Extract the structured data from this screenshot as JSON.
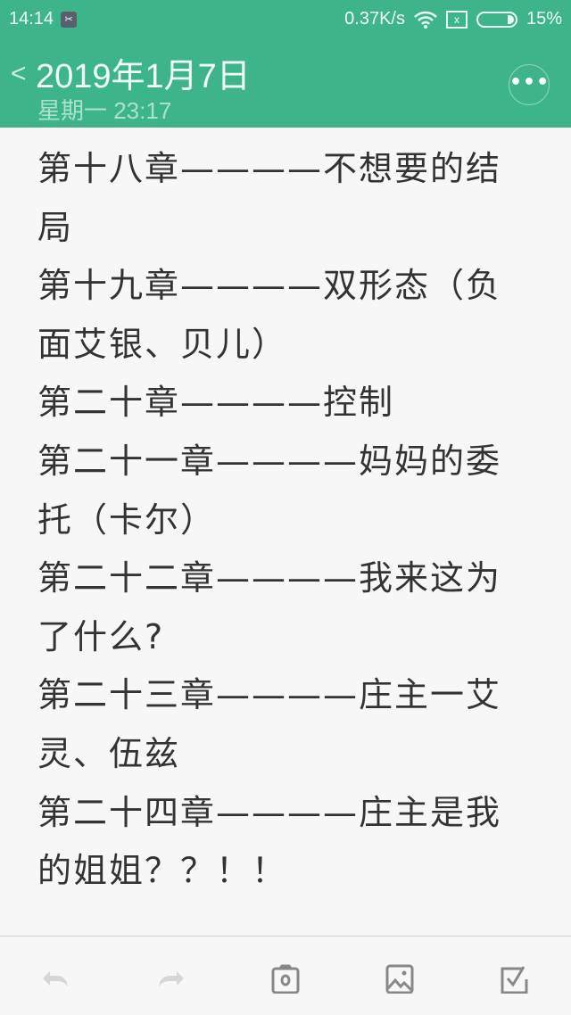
{
  "status_bar": {
    "time": "14:14",
    "speed": "0.37K/s",
    "battery": "15%",
    "notif_icon": "scissors-icon",
    "sim": "x"
  },
  "header": {
    "title": "2019年1月7日",
    "subtitle": "星期一 23:17",
    "more": "•••"
  },
  "note_lines": [
    "第十八章————不想要的结",
    "局",
    "第十九章————双形态（负",
    "面艾银、贝儿）",
    "第二十章————控制",
    "第二十一章————妈妈的委",
    "托（卡尔）",
    "第二十二章————我来这为",
    "了什么?",
    "第二十三章————庄主一艾",
    "灵、伍兹",
    "第二十四章————庄主是我",
    "的姐姐？？！！"
  ],
  "colors": {
    "accent": "#3eb48a"
  }
}
